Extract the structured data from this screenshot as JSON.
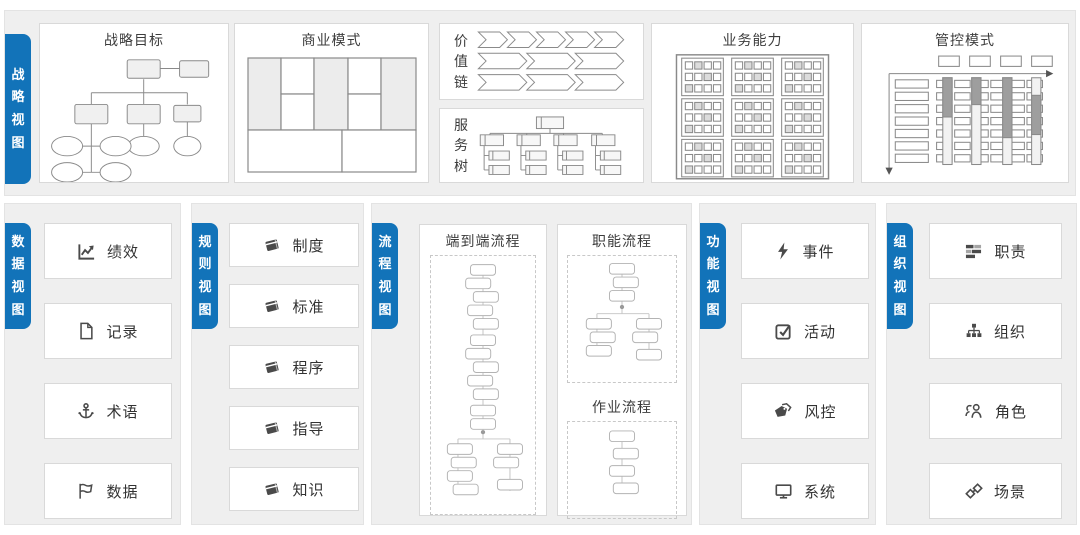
{
  "colors": {
    "accent_blue": "#1273b9",
    "panel_background": "#efefef",
    "card_border": "#d9d9d9",
    "diagram_stroke": "#8a8a8a",
    "icon_color": "#4a4a4a"
  },
  "strategy": {
    "tab": "战略视图",
    "cards": [
      {
        "title": "战略目标",
        "diagram": "goal-tree"
      },
      {
        "title": "商业模式",
        "diagram": "business-model-canvas"
      },
      {
        "title": "价值链",
        "diagram": "value-chain"
      },
      {
        "title": "服务树",
        "diagram": "service-tree"
      },
      {
        "title": "业务能力",
        "diagram": "capability-grid"
      },
      {
        "title": "管控模式",
        "diagram": "governance-matrix"
      }
    ]
  },
  "panels": [
    {
      "tab": "数据视图",
      "items": [
        {
          "icon": "chart-icon",
          "label": "绩效"
        },
        {
          "icon": "file-icon",
          "label": "记录"
        },
        {
          "icon": "anchor-icon",
          "label": "术语"
        },
        {
          "icon": "flag-icon",
          "label": "数据"
        }
      ]
    },
    {
      "tab": "规则视图",
      "items": [
        {
          "icon": "book-icon",
          "label": "制度"
        },
        {
          "icon": "book-icon",
          "label": "标准"
        },
        {
          "icon": "book-icon",
          "label": "程序"
        },
        {
          "icon": "book-icon",
          "label": "指导"
        },
        {
          "icon": "book-icon",
          "label": "知识"
        }
      ]
    },
    {
      "tab": "流程视图",
      "cards": [
        {
          "title": "端到端流程"
        },
        {
          "title": "职能流程"
        },
        {
          "title": "作业流程"
        }
      ]
    },
    {
      "tab": "功能视图",
      "items": [
        {
          "icon": "bolt-icon",
          "label": "事件"
        },
        {
          "icon": "checkbox-icon",
          "label": "活动"
        },
        {
          "icon": "tag-icon",
          "label": "风控"
        },
        {
          "icon": "monitor-icon",
          "label": "系统"
        }
      ]
    },
    {
      "tab": "组织视图",
      "items": [
        {
          "icon": "duty-list-icon",
          "label": "职责"
        },
        {
          "icon": "orgchart-icon",
          "label": "组织"
        },
        {
          "icon": "roles-icon",
          "label": "角色"
        },
        {
          "icon": "links-icon",
          "label": "场景"
        }
      ]
    }
  ]
}
